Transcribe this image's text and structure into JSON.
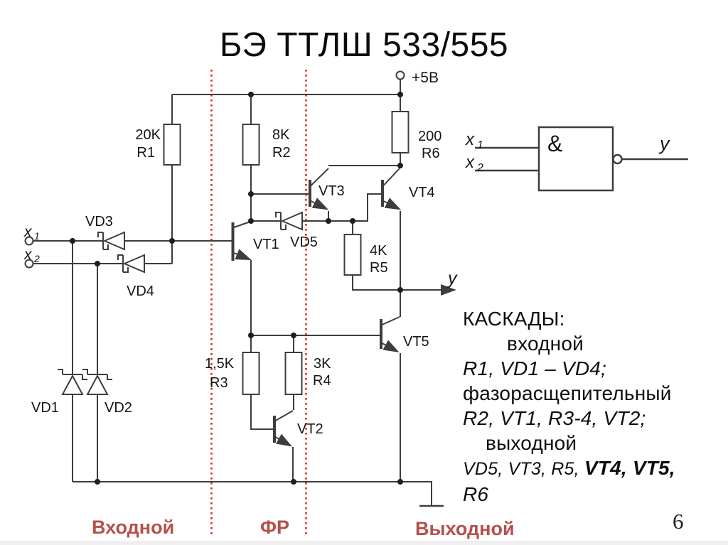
{
  "title": "БЭ ТТЛШ 533/555",
  "power_label": "+5В",
  "output_label": "y",
  "page_number": "6",
  "colors": {
    "wire": "#3d3d3d",
    "divider_red": "#e8251d",
    "section_label_red": "#b5504c"
  },
  "inputs": {
    "x_base": "x",
    "x1_sub": "1",
    "x2_sub": "2"
  },
  "gate": {
    "symbol": "&",
    "output": "y"
  },
  "resistors": [
    {
      "name": "R1",
      "value": "20K"
    },
    {
      "name": "R2",
      "value": "8K"
    },
    {
      "name": "R3",
      "value": "1,5K"
    },
    {
      "name": "R4",
      "value": "3K"
    },
    {
      "name": "R5",
      "value": "4K"
    },
    {
      "name": "R6",
      "value": "200"
    }
  ],
  "transistors": [
    {
      "name": "VT1"
    },
    {
      "name": "VT2"
    },
    {
      "name": "VT3"
    },
    {
      "name": "VT4"
    },
    {
      "name": "VT5"
    }
  ],
  "diodes": [
    {
      "name": "VD1"
    },
    {
      "name": "VD2"
    },
    {
      "name": "VD3"
    },
    {
      "name": "VD4"
    },
    {
      "name": "VD5"
    }
  ],
  "cascades": {
    "heading": "КАСКАДЫ:",
    "stage1_title": "входной",
    "stage1_items": "R1, VD1 – VD4;",
    "stage2_title": "фазорасщепительный",
    "stage2_items": "R2, VT1, R3-4, VT2;",
    "stage3_title": "выходной",
    "stage3_items_a": "VD5, VT3, R5, ",
    "stage3_items_b": "VT4, VT5,",
    "stage3_items_c": "R6"
  },
  "sections": {
    "input": "Входной",
    "phase": "ФР",
    "output": "Выходной"
  }
}
